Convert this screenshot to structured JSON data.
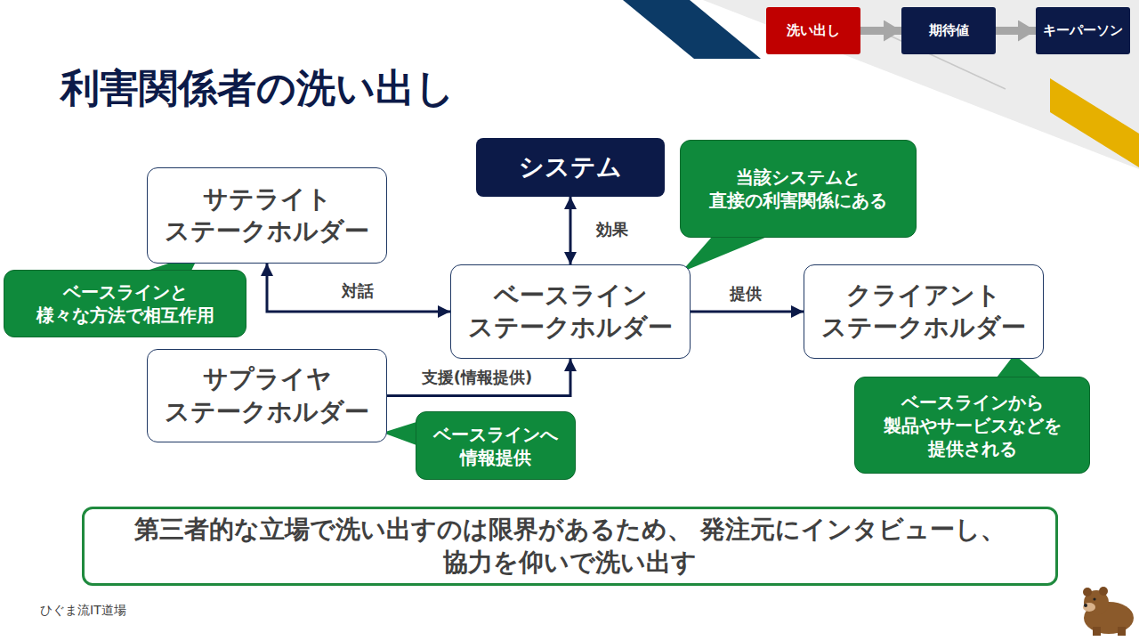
{
  "diagram": {
    "title": "利害関係者の洗い出し",
    "nodes": [
      {
        "text": [
          "洗い出し"
        ]
      },
      {
        "text": [
          "期待値"
        ]
      },
      {
        "text": [
          "キーパーソン"
        ]
      },
      {
        "text": [
          "システム"
        ]
      },
      {
        "text": [
          "当該システムと 直接の利害関係にある"
        ]
      },
      {
        "text": [
          "サテライト ステークホルダー"
        ]
      },
      {
        "text": [
          "ベースラインと 様々な方法で相互作用"
        ]
      },
      {
        "text": [
          "ベースライン ステークホルダー"
        ]
      },
      {
        "text": [
          "クライアント ステークホルダー"
        ]
      },
      {
        "text": [
          "サプライヤ ステークホルダー"
        ]
      },
      {
        "text": [
          "ベースラインから 製品やサービスなどを 提供される"
        ]
      },
      {
        "text": [
          "ベースラインへ 情報提供"
        ]
      },
      {
        "text": [
          "第三者的な立場で洗い出すのは限界があるため、 発注元にインタビューし、協力を仰いで洗い出す"
        ]
      }
    ],
    "edges": [
      {
        "from": 0,
        "to": 1,
        "arrow": "to"
      },
      {
        "from": 1,
        "to": 2,
        "arrow": "to"
      },
      {
        "from": 3,
        "to": 7,
        "label": "効果",
        "arrow": "both"
      },
      {
        "from": 5,
        "to": 7,
        "label": "対話",
        "arrow": "both"
      },
      {
        "from": 7,
        "to": 8,
        "label": "提供",
        "arrow": "to"
      },
      {
        "from": 9,
        "to": 7,
        "label": "支援(情報提供)",
        "arrow": "to"
      }
    ],
    "labels": [
      "ひぐま流IT道場"
    ]
  }
}
